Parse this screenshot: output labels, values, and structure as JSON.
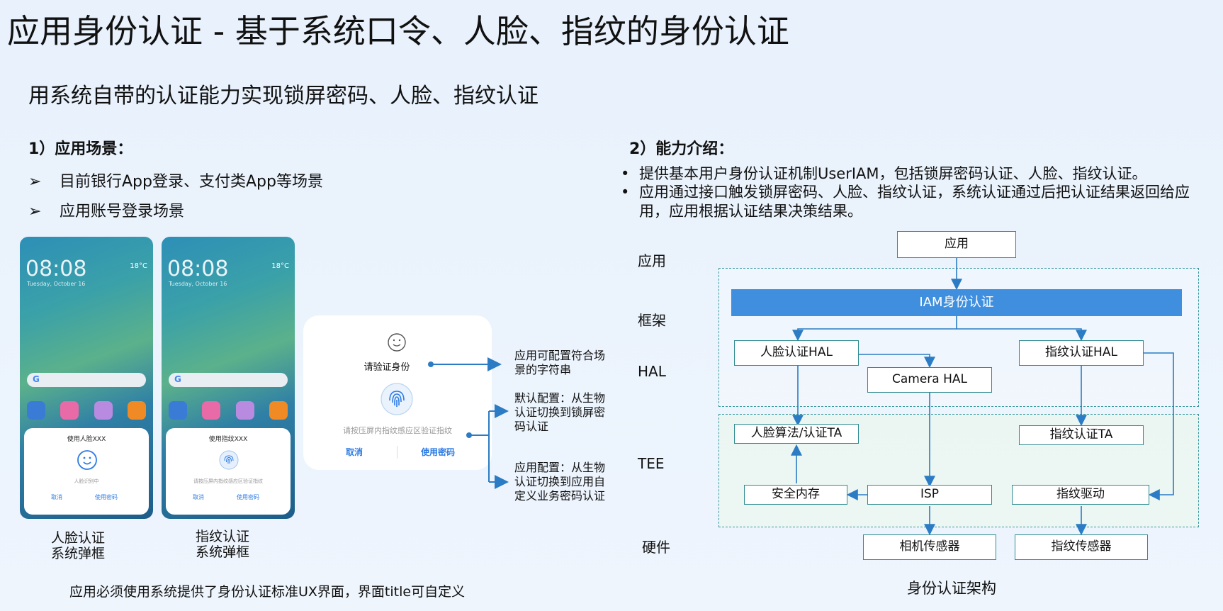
{
  "title": "应用身份认证 - 基于系统口令、人脸、指纹的身份认证",
  "subtitle": "用系统自带的认证能力实现锁屏密码、人脸、指纹认证",
  "section1": {
    "heading": "1）应用场景：",
    "bullet_marker": "➢",
    "bullets": [
      "目前银行App登录、支付类App等场景",
      "应用账号登录场景"
    ]
  },
  "section2": {
    "heading": "2）能力介绍：",
    "dot_marker": "•",
    "points": [
      "提供基本用户身份认证机制UserIAM，包括锁屏密码认证、人脸、指纹认证。",
      "应用通过接口触发锁屏密码、人脸、指纹认证，系统认证通过后把认证结果返回给应用，应用根据认证结果决策结果。"
    ]
  },
  "phones": [
    {
      "clock": "08:08",
      "date": "Tuesday, October 16",
      "weather": "18°C",
      "dialog_title": "使用人脸XXX",
      "dialog_hint": "人脸识别中",
      "cancel": "取消",
      "use_password": "使用密码",
      "caption_line1": "人脸认证",
      "caption_line2": "系统弹框"
    },
    {
      "clock": "08:08",
      "date": "Tuesday, October 16",
      "weather": "18°C",
      "dialog_title": "使用指纹XXX",
      "dialog_hint": "请按压屏内指纹感应区验证指纹",
      "cancel": "取消",
      "use_password": "使用密码",
      "caption_line1": "指纹认证",
      "caption_line2": "系统弹框"
    }
  ],
  "big_dialog": {
    "title": "请验证身份",
    "hint": "请按压屏内指纹感应区验证指纹",
    "cancel": "取消",
    "use_password": "使用密码"
  },
  "annotations": [
    [
      "应用可配置符合场",
      "景的字符串"
    ],
    [
      "默认配置：从生物",
      "认证切换到锁屏密",
      "码认证"
    ],
    [
      "应用配置：从生物",
      "认证切换到应用自",
      "定义业务密码认证"
    ]
  ],
  "footer_note": "应用必须使用系统提供了身份认证标准UX界面，界面title可自定义",
  "architecture": {
    "caption": "身份认证架构",
    "layers": [
      "应用",
      "框架",
      "HAL",
      "TEE",
      "硬件"
    ],
    "boxes": {
      "app": "应用",
      "iam": "IAM身份认证",
      "face_hal": "人脸认证HAL",
      "finger_hal": "指纹认证HAL",
      "camera_hal": "Camera HAL",
      "face_ta": "人脸算法/认证TA",
      "finger_ta": "指纹认证TA",
      "secure_mem": "安全内存",
      "isp": "ISP",
      "finger_driver": "指纹驱动",
      "camera_sensor": "相机传感器",
      "finger_sensor": "指纹传感器"
    },
    "colors": {
      "iam_fill": "#3f8fde",
      "line": "#2b7cc4",
      "box_border": "#2e8b8f"
    }
  }
}
